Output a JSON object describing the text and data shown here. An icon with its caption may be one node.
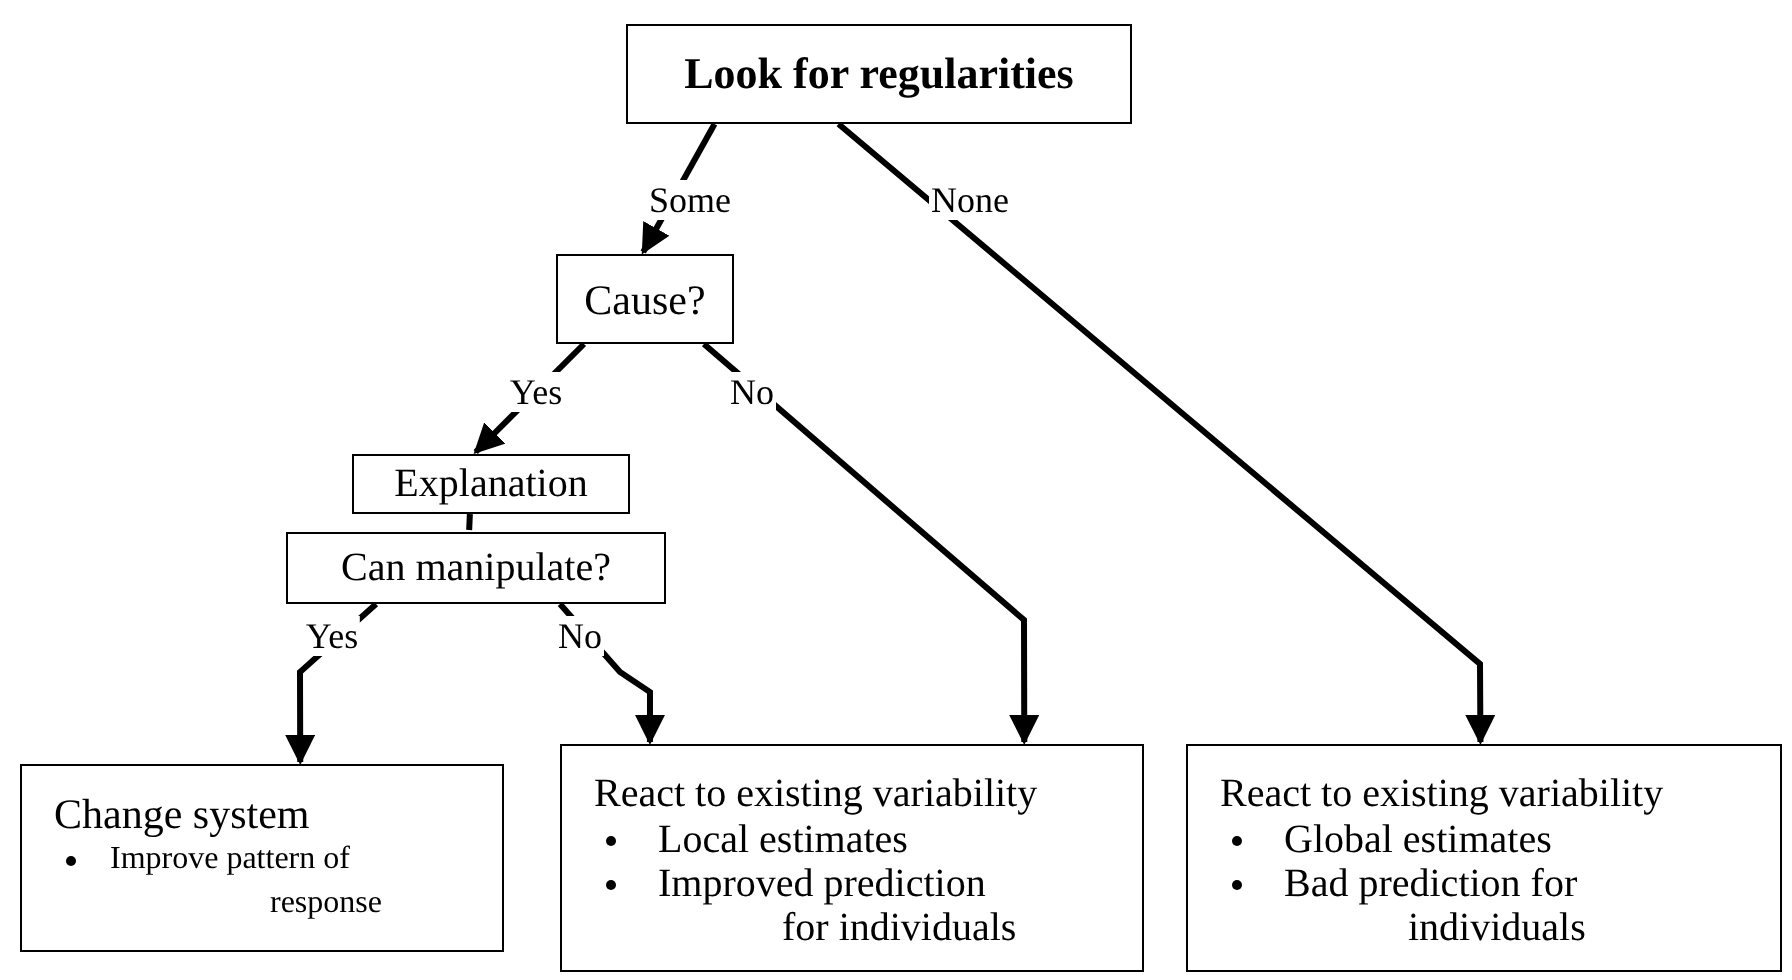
{
  "diagram": {
    "nodes": [
      {
        "text": [
          "Look for regularities"
        ]
      },
      {
        "text": [
          "Cause?"
        ]
      },
      {
        "text": [
          "Explanation"
        ]
      },
      {
        "text": [
          "Can manipulate?"
        ]
      },
      {
        "text": [
          "Change system",
          "Improve pattern of response"
        ]
      },
      {
        "text": [
          "React to existing variability",
          "Local estimates",
          "Improved prediction for individuals"
        ]
      },
      {
        "text": [
          "React to existing variability",
          "Global estimates",
          "Bad prediction for individuals"
        ]
      }
    ],
    "edges": [
      {
        "from": 0,
        "to": 1,
        "arrow": "to",
        "label": "Some"
      },
      {
        "from": 0,
        "to": 6,
        "arrow": "to",
        "label": "None"
      },
      {
        "from": 1,
        "to": 2,
        "arrow": "to",
        "label": "Yes"
      },
      {
        "from": 1,
        "to": 5,
        "arrow": "to",
        "label": "No"
      },
      {
        "from": 2,
        "to": 3,
        "arrow": "none"
      },
      {
        "from": 3,
        "to": 4,
        "arrow": "to",
        "label": "Yes"
      },
      {
        "from": 3,
        "to": 5,
        "arrow": "to",
        "label": "No"
      }
    ]
  }
}
